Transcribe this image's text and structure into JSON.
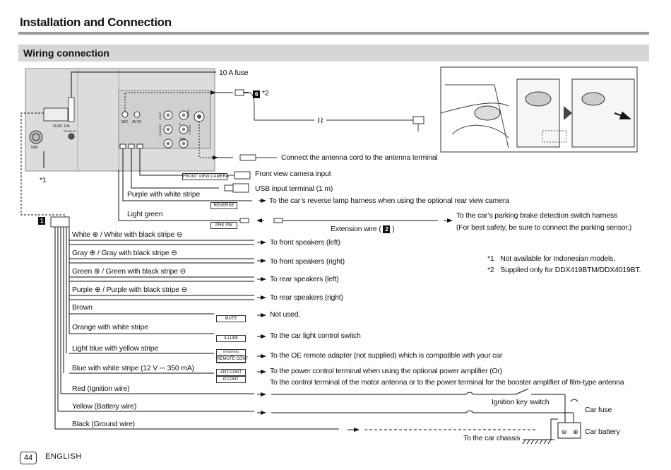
{
  "header": {
    "title": "Installation and Connection",
    "section": "Wiring connection"
  },
  "unit": {
    "fuse": "10 A fuse",
    "fuse_label": "FUSE",
    "fuse_rating": "10A",
    "remo_in": "REMO-IN",
    "nav": "NAV",
    "mic": "MIC",
    "av_in": "AV-IN",
    "v_out": "V-OUT",
    "r_aud": "R-AUDIO",
    "l": "L",
    "rear": "REAR",
    "sw": "SW",
    "front": "FRONT",
    "note_mark": "*1",
    "note_mark2": "*2"
  },
  "connectors": {
    "front_cam_tag": "FRONT VIEW CAMERA",
    "reverse_tag": "REVERSE",
    "prk_tag": "PRK SW",
    "mute_tag": "MUTE",
    "illumi_tag": "ILLUMI",
    "steering_tag": "STEERING WHEEL REMOTE INPUT",
    "remote_cont_tag": "REMOTE CONT",
    "ant_cont_tag": "ANT.CONT",
    "p_cont_tag": "P.CONT"
  },
  "labels": {
    "antenna": "Connect the antenna cord to the antenna terminal",
    "front_cam": "Front view camera input",
    "usb": "USB input terminal (1 m)",
    "purple_white": "Purple with white stripe",
    "reverse_desc": "To the car’s reverse lamp harness when using the optional rear view camera",
    "light_green": "Light green",
    "extension_pre": "Extension wire (",
    "extension_num": "2",
    "extension_post": ")",
    "parking_1": "To the car’s parking brake detection switch harness",
    "parking_2": "(For best safety, be sure to connect the parking sensor.)",
    "mark6": "6",
    "mark1": "1"
  },
  "wires": [
    {
      "name": "White ⊕ / White with black stripe ⊖",
      "dest": "To front speakers (left)"
    },
    {
      "name": "Gray ⊕ / Gray with black stripe ⊖",
      "dest": "To front speakers (right)"
    },
    {
      "name": "Green ⊕ / Green with black stripe ⊖",
      "dest": "To rear speakers (left)"
    },
    {
      "name": "Purple ⊕ / Purple with black stripe ⊖",
      "dest": "To rear speakers (right)"
    },
    {
      "name": "Brown",
      "dest": "Not used."
    },
    {
      "name": "Orange with white stripe",
      "dest": "To the car light control switch"
    },
    {
      "name": "Light blue with yellow stripe",
      "dest": "To the OE remote adapter (not supplied) which is compatible with your car"
    },
    {
      "name": "Blue with white stripe (12 V ⎓ 350 mA)",
      "dest": "To the power control terminal when using the optional power amplifier (Or)",
      "dest2": "To the control terminal of the motor antenna or to the power terminal for the booster amplifier of film-type antenna"
    },
    {
      "name": "Red (Ignition wire)",
      "dest": ""
    },
    {
      "name": "Yellow (Battery wire)",
      "dest": ""
    },
    {
      "name": "Black (Ground wire)",
      "dest": ""
    }
  ],
  "power": {
    "ignition": "Ignition key switch",
    "fuse": "Car fuse",
    "battery": "Car battery",
    "chassis": "To the car chassis"
  },
  "notes": [
    {
      "mark": "*1",
      "text": "Not available for Indonesian models."
    },
    {
      "mark": "*2",
      "text": "Supplied only for DDX419BTM/DDX4019BT."
    }
  ],
  "footer": {
    "page": "44",
    "language": "ENGLISH"
  }
}
